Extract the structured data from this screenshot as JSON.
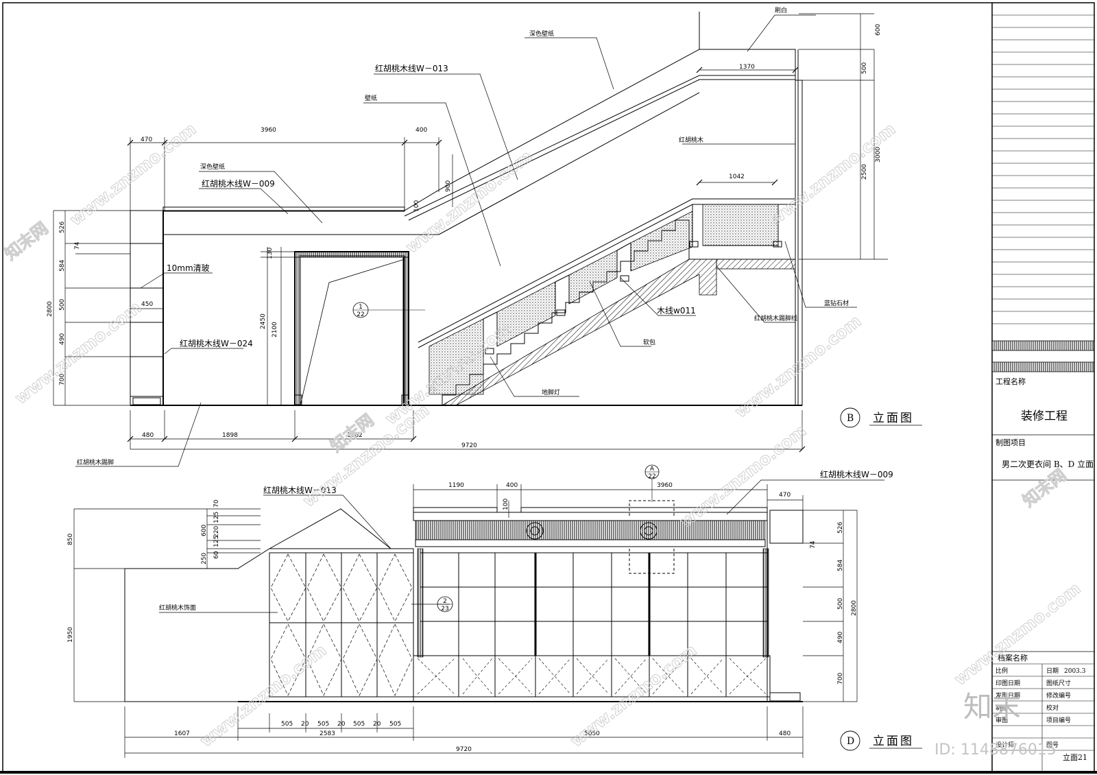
{
  "drawing_b": {
    "annotations": {
      "shuabai": "刷白",
      "shense_bizhi_top": "深色壁纸",
      "w013": "红胡桃木线W－013",
      "bizhi": "壁纸",
      "hongtaomu": "红胡桃木",
      "shense_bizhi_left": "深色壁纸",
      "w009": "红胡桃木线W－009",
      "glass": "10mm清玻",
      "w024": "红胡桃木线W－024",
      "muxian": "木线w011",
      "tijiao": "红胡桃木踢脚线",
      "lanzuan": "蓝钻石材",
      "ruanbao": "软包",
      "dijiaodeng": "地脚灯",
      "tijiao_bottom": "红胡桃木踢脚"
    },
    "dims": {
      "d600": "600",
      "d500": "500",
      "d1370": "1370",
      "d3000": "3000",
      "d2500": "2500",
      "d1042": "1042",
      "d3960": "3960",
      "d400": "400",
      "d470": "470",
      "d900": "900",
      "d100": "100",
      "d526": "526",
      "d74": "74",
      "d584": "584",
      "d450": "450",
      "d500b": "500",
      "d490": "490",
      "d700": "700",
      "d2800": "2800",
      "d130": "130",
      "d2450": "2450",
      "d2100": "2100",
      "d480": "480",
      "d1898": "1898",
      "d1682": "1682",
      "d9720": "9720"
    },
    "ref_top": "1",
    "ref_bottom": "22",
    "label_letter": "B",
    "label_text": "立面图"
  },
  "drawing_d": {
    "annotations": {
      "w013": "红胡桃木线W－013",
      "w009": "红胡桃木线W－009",
      "shimian": "红胡桃木饰面"
    },
    "dims": {
      "d1190": "1190",
      "d400": "400",
      "d3960": "3960",
      "d100": "100",
      "d470": "470",
      "d70": "70",
      "d125a": "125",
      "d600": "600",
      "d220": "220",
      "d125b": "125",
      "d60": "60",
      "d250": "250",
      "d850": "850",
      "d1950": "1950",
      "d526": "526",
      "d74": "74",
      "d584": "584",
      "d500": "500",
      "d490": "490",
      "d700": "700",
      "d2800": "2800",
      "d1607": "1607",
      "d2583": "2583",
      "d505a": "505",
      "d20a": "20",
      "d505b": "505",
      "d20b": "20",
      "d505c": "505",
      "d20c": "20",
      "d505d": "505",
      "d5050": "5050",
      "d480": "480",
      "d9720": "9720"
    },
    "ref_a_top": "A",
    "ref_a_bottom": "22",
    "ref_2_top": "2",
    "ref_2_bottom": "23",
    "label_letter": "D",
    "label_text": "立面图"
  },
  "title_block": {
    "project_name_label": "工程名称",
    "project_name": "装修工程",
    "item_label": "制图项目",
    "item_value": "男二次更衣间 B、D 立面",
    "archive_label": "档案名称",
    "scale_label": "比例",
    "date_label": "日期",
    "date_value": "2003.3",
    "print_date": "印图日期",
    "paper_size": "图纸尺寸",
    "publish_date": "发图日期",
    "revision": "修改编号",
    "drawn": "制图",
    "check": "校对",
    "review": "审图",
    "project_no": "项目编号",
    "designer": "设计师",
    "sheet_no": "图号",
    "sheet_value": "立面21"
  },
  "watermark": {
    "site": "www.znzmo.com",
    "site_cn": "知末网",
    "brand": "知末",
    "image_id": "ID: 1148876015"
  }
}
